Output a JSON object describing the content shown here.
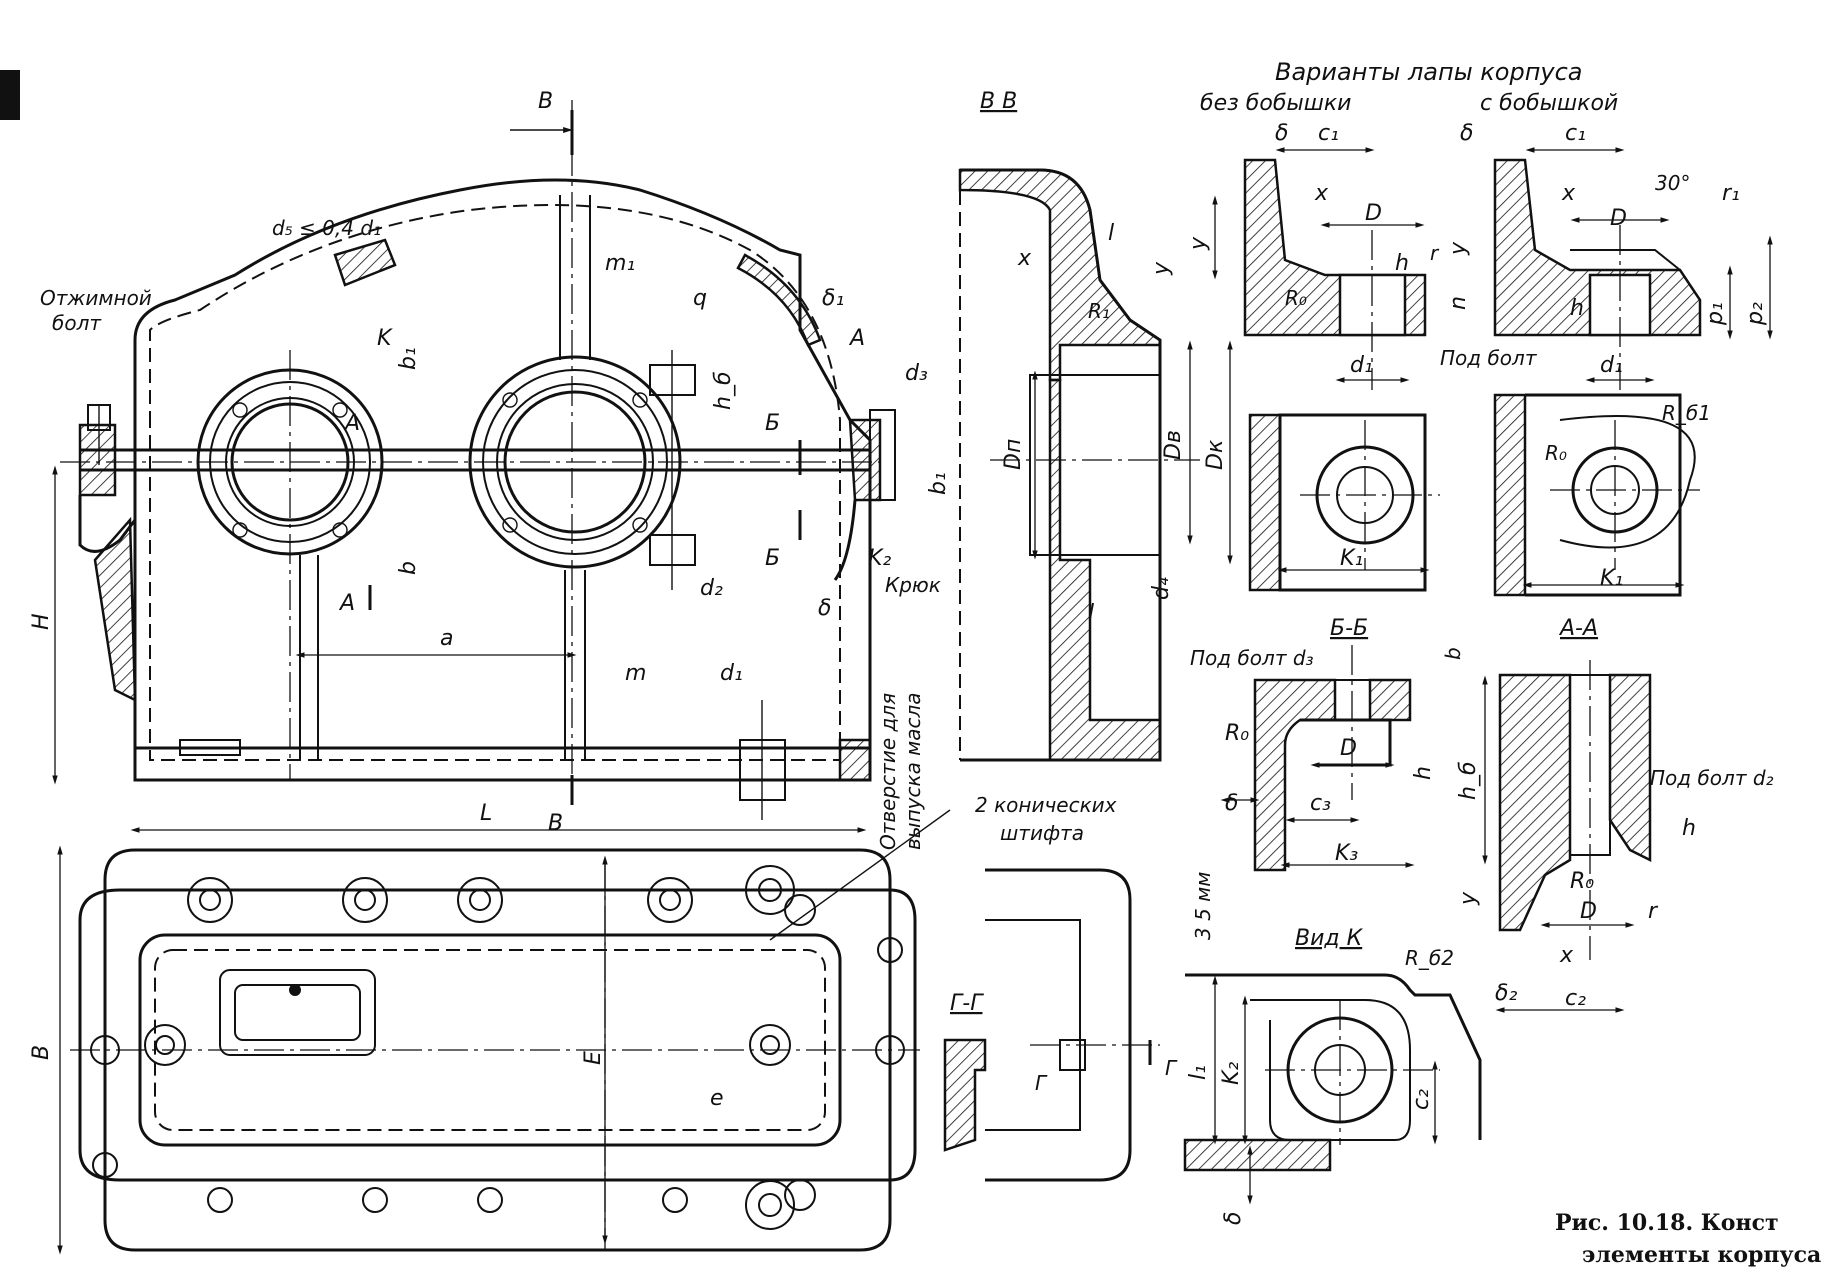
{
  "labels": {
    "variants_title": "Варианты лапы корпуса",
    "without_boss": "без бобышки",
    "with_boss": "с бобышкой",
    "forcing_bolt_line1": "Отжимной",
    "forcing_bolt_line2": "болт",
    "d5_note": "d₅ ≤ 0,4 d₁",
    "hook": "Крюк",
    "oil_hole_line1": "Отверстие для",
    "oil_hole_line2": "выпуска масла",
    "two_pins_line1": "2 конических",
    "two_pins_line2": "штифта",
    "under_bolt": "Под болт",
    "under_bolt_d3": "Под болт d₃",
    "under_bolt_d2": "Под болт d₂",
    "view_k": "Вид К",
    "mm35": "3 5 мм",
    "thirty_deg": "30°"
  },
  "sections": {
    "vv": "В В",
    "bb": "Б-Б",
    "aa": "А-А",
    "gg": "Г-Г"
  },
  "dims": {
    "B_top": "В",
    "B_bottom": "В",
    "K": "K",
    "A_arrow": "A",
    "A_section": "A",
    "A_upper": "A",
    "B_cut_top": "Б",
    "B_cut_bottom": "Б",
    "m1": "m₁",
    "q": "q",
    "delta1": "δ₁",
    "d3": "d₃",
    "h_b": "h_б",
    "b1": "b₁",
    "b1_right": "b₁",
    "b": "b",
    "K2": "K₂",
    "d2": "d₂",
    "delta": "δ",
    "a": "a",
    "m": "m",
    "d1": "d₁",
    "H": "H",
    "L": "L",
    "l": "l",
    "l_lower": "l",
    "x": "x",
    "y": "y",
    "R1": "R₁",
    "D_n": "Dп",
    "D_v": "Dв",
    "D_k": "Dк",
    "d4": "d₄",
    "B_width": "B",
    "E": "E",
    "e": "e",
    "G": "Г",
    "G_right": "Г",
    "c1": "c₁",
    "c1_right": "c₁",
    "D": "D",
    "D_right": "D",
    "h": "h",
    "h_right": "h",
    "r": "r",
    "R0": "R₀",
    "R0_right": "R₀",
    "d1_foot": "d₁",
    "d1_foot_right": "d₁",
    "delta_foot": "δ",
    "delta_foot_right": "δ",
    "x_foot": "x",
    "x_foot_right": "x",
    "y_foot": "y",
    "y_foot_right": "y",
    "n": "n",
    "p1": "p₁",
    "p2": "p₂",
    "r1": "r₁",
    "K1": "K₁",
    "K1_right": "K₁",
    "R_b1": "R_б1",
    "R0_view": "R₀",
    "b_small": "b",
    "R0_bb": "R₀",
    "D_bb": "D",
    "h_bb": "h",
    "delta_bb": "δ",
    "c3": "c₃",
    "K3": "K₃",
    "h_b_aa": "h_б",
    "h_aa": "h",
    "R0_aa": "R₀",
    "D_aa": "D",
    "r_aa": "r",
    "y_aa": "y",
    "x_aa": "x",
    "delta2": "δ₂",
    "c2": "c₂",
    "R_b2": "R_б2",
    "l1": "l₁",
    "K2_view": "K₂",
    "c2_view": "c₂",
    "delta_view": "δ"
  },
  "caption": {
    "line1": "Рис.   10.18.  Конст",
    "line2": "элементы  корпуса"
  }
}
